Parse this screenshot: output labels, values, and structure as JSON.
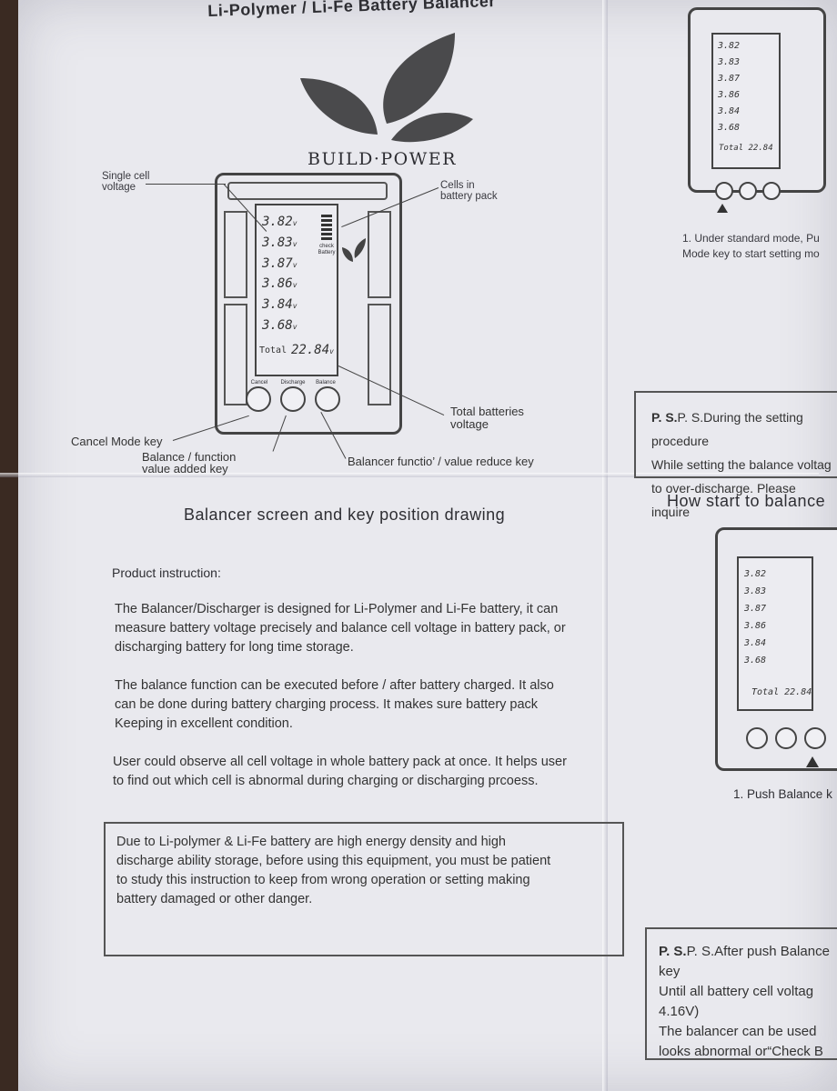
{
  "header": {
    "title": "Li-Polymer / Li-Fe Battery Balancer",
    "brand": "BUILD·POWER"
  },
  "drawing": {
    "cells": [
      "3.82",
      "3.83",
      "3.87",
      "3.86",
      "3.84",
      "3.68"
    ],
    "unit": "v",
    "total_label": "Total",
    "total_value": "22.84",
    "check_label": "check",
    "battery_label": "Battery",
    "buttons": [
      "Cancel",
      "Discharge",
      "Balance"
    ],
    "labels": {
      "single_cell_1": "Single cell",
      "single_cell_2": "voltage",
      "cells_in_1": "Cells in",
      "cells_in_2": "battery pack",
      "total_1": "Total batteries",
      "total_2": "voltage",
      "cancel": "Cancel Mode key",
      "balance_added_1": "Balance / function",
      "balance_added_2": "value added key",
      "balancer_reduce": "Balancer functio’ / value reduce key"
    },
    "caption": "Balancer screen and key position drawing"
  },
  "instruction": {
    "heading": "Product instruction:",
    "p1_l1": "The Balancer/Discharger is designed for Li-Polymer and Li-Fe battery, it can",
    "p1_l2": "measure battery voltage precisely and balance cell voltage in battery pack, or",
    "p1_l3": "discharging battery for long time storage.",
    "p2_l1": "The balance function can be executed before / after battery charged. It also",
    "p2_l2": "can be done during battery charging process. It makes sure battery pack",
    "p2_l3": "Keeping in excellent condition.",
    "p3_l1": "User could observe all cell voltage in whole battery pack at once. It helps user",
    "p3_l2": "to find out which cell is abnormal during charging or discharging prcoess.",
    "warn_l1": "Due to Li-polymer & Li-Fe battery are high energy density and high",
    "warn_l2": "discharge ability storage, before using this equipment, you must be patient",
    "warn_l3": "to study this instruction to keep from wrong operation or setting making",
    "warn_l4": "battery damaged or other danger."
  },
  "right_column": {
    "step1_l1": "1. Under standard mode, Pu",
    "step1_l2": "Mode key to start setting mo",
    "ps1_l1": "P. S.During the setting procedure",
    "ps1_l2": "While setting the balance voltag",
    "ps1_l3": "to over-discharge. Please inquire",
    "how_start": "How start to balance",
    "step2": "1. Push Balance k",
    "ps2_l1": "P. S.After push Balance key",
    "ps2_l2": "Until all battery cell voltag",
    "ps2_l3": "4.16V)",
    "ps2_l4": "The balancer can be used",
    "ps2_l5": "looks abnormal or“Check B"
  }
}
